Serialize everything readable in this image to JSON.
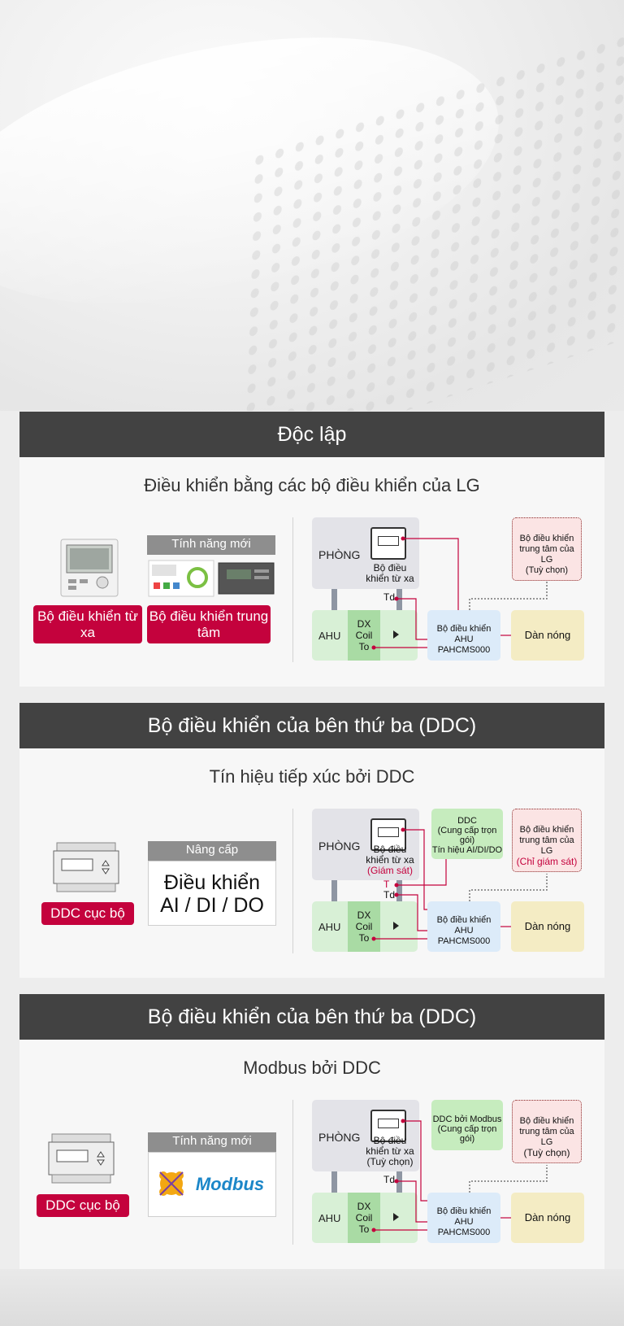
{
  "sections": [
    {
      "header": "Độc lập",
      "subtitle": "Điều khiển bằng các bộ điều khiển của LG",
      "left": {
        "tag": "Tính năng mới",
        "label1": "Bộ điều khiển từ xa",
        "label2": "Bộ điều khiển trung tâm"
      },
      "diagram": {
        "room": "PHÒNG",
        "remote_line1": "Bộ điều",
        "remote_line2": "khiển từ xa",
        "td": "Td",
        "to": "To",
        "ahu": "AHU",
        "dx1": "DX",
        "dx2": "Coil",
        "ctrl1": "Bộ điều khiển",
        "ctrl2": "AHU PAHCMS000",
        "outdoor": "Dàn nóng",
        "central1": "Bộ điều khiển",
        "central2": "trung tâm của LG",
        "central3": "(Tuỳ chọn)"
      }
    },
    {
      "header": "Bộ điều khiển của bên thứ ba (DDC)",
      "subtitle": "Tín hiệu tiếp xúc bởi DDC",
      "left": {
        "label": "DDC cục bộ",
        "tag": "Nâng cấp",
        "big1": "Điều khiển",
        "big2": "AI / DI / DO"
      },
      "diagram": {
        "room": "PHÒNG",
        "remote_line1": "Bộ điều",
        "remote_line2": "khiển từ xa",
        "remote_line3": "(Giám sát)",
        "ddc1": "DDC",
        "ddc2": "(Cung cấp trọn gói)",
        "ddc3": "Tín hiệu AI/DI/DO",
        "t": "T",
        "td": "Td",
        "to": "To",
        "ahu": "AHU",
        "dx1": "DX",
        "dx2": "Coil",
        "ctrl1": "Bộ điều khiển",
        "ctrl2": "AHU PAHCMS000",
        "outdoor": "Dàn nóng",
        "central1": "Bộ điều khiển",
        "central2": "trung tâm của LG",
        "central3": "(Chỉ giám sát)"
      }
    },
    {
      "header": "Bộ điều khiển của bên thứ ba (DDC)",
      "subtitle": "Modbus bởi DDC",
      "left": {
        "label": "DDC cục bộ",
        "tag": "Tính năng mới",
        "logo": "Modbus"
      },
      "diagram": {
        "room": "PHÒNG",
        "remote_line1": "Bộ điều",
        "remote_line2": "khiển từ xa",
        "remote_line3": "(Tuỳ chọn)",
        "ddc1": "DDC bởi Modbus",
        "ddc2": "(Cung cấp trọn gói)",
        "td": "Td",
        "to": "To",
        "ahu": "AHU",
        "dx1": "DX",
        "dx2": "Coil",
        "ctrl1": "Bộ điều khiển",
        "ctrl2": "AHU PAHCMS000",
        "outdoor": "Dàn nóng",
        "central1": "Bộ điều khiển",
        "central2": "trung tâm của LG",
        "central3": "(Tuỳ chọn)"
      }
    }
  ],
  "colors": {
    "header_bg": "#424242",
    "accent_red": "#c4023d",
    "room": "#e3e3e8",
    "ahu": "#d8f0d6",
    "dx_coil": "#a9dba4",
    "controller": "#dcebf9",
    "outdoor": "#f4ecc4",
    "central": "#fbe4e4",
    "line": "#c4023d"
  }
}
